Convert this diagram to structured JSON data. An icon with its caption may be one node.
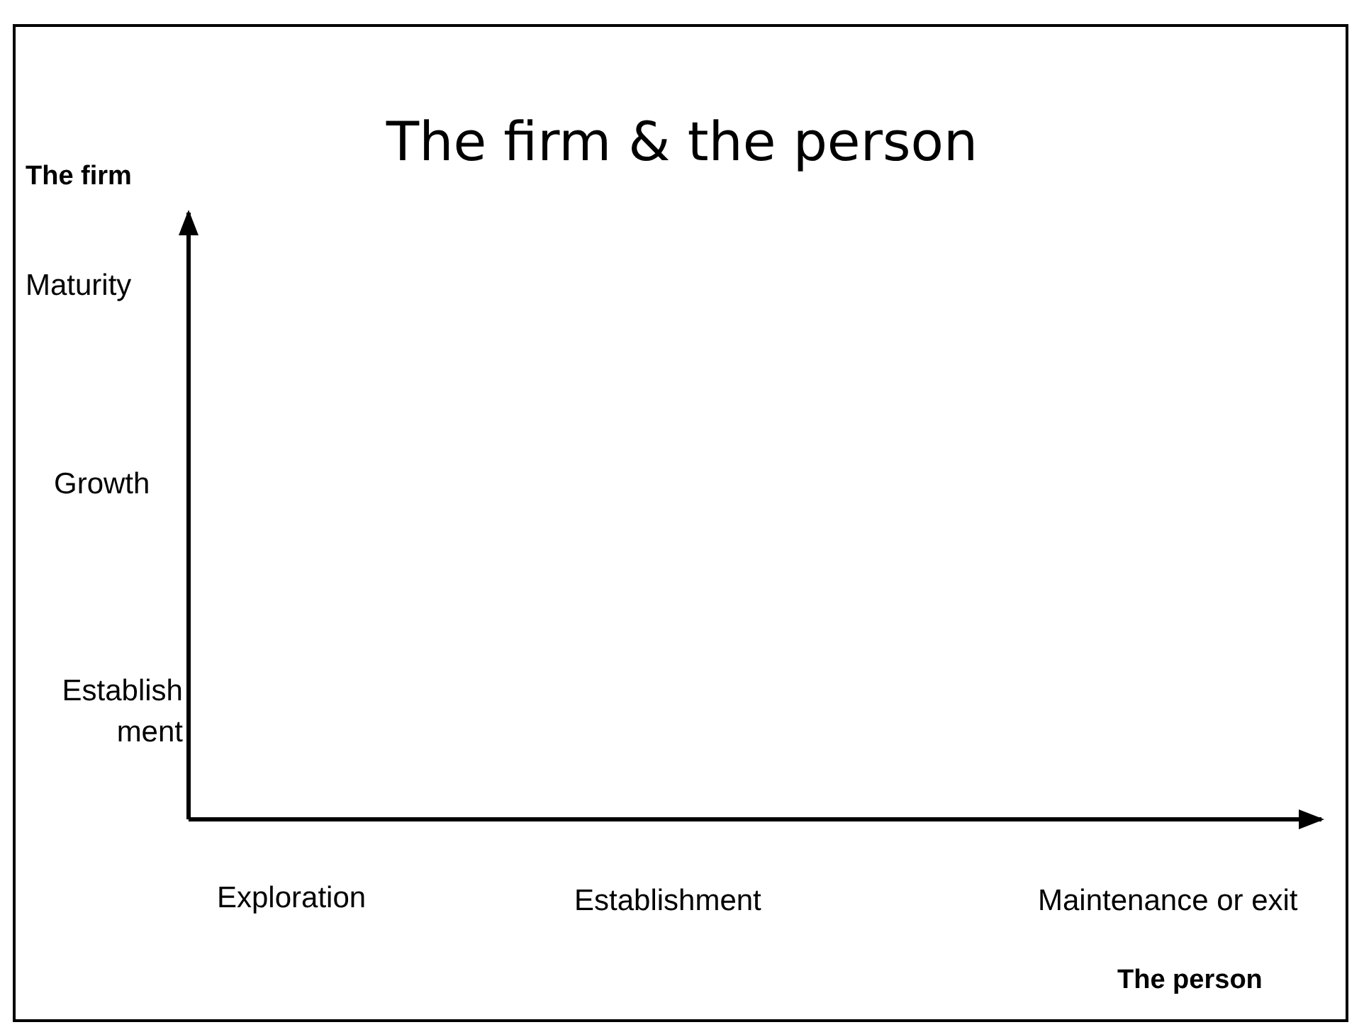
{
  "diagram": {
    "title": "The firm & the person",
    "labels": [
      "The firm",
      "Maturity",
      "Growth",
      "Establish ment",
      "Exploration",
      "Establishment",
      "Maintenance or exit",
      "The person"
    ]
  }
}
